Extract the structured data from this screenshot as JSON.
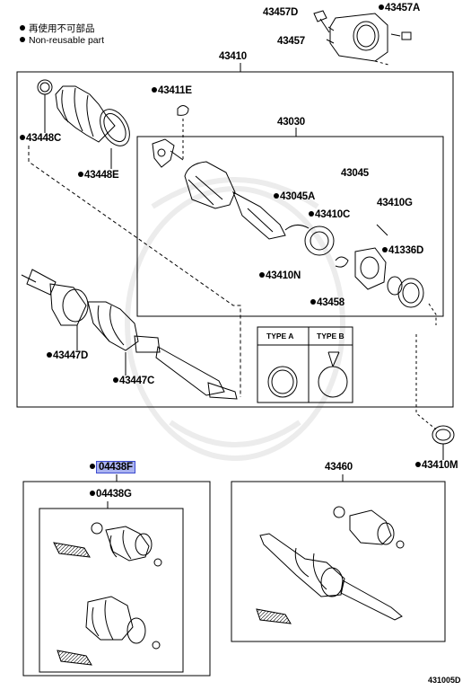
{
  "legend": {
    "cn_text": "再使用不可部品",
    "en_text": "Non-reusable part"
  },
  "assembly_code": "43410",
  "labels": {
    "p43457D": "43457D",
    "p43457A": "43457A",
    "p43457": "43457",
    "p43411E": "43411E",
    "p43448C": "43448C",
    "p43448E": "43448E",
    "p43030": "43030",
    "p43045": "43045",
    "p43045A": "43045A",
    "p43410C": "43410C",
    "p43410G": "43410G",
    "p41336D": "41336D",
    "p43410N": "43410N",
    "p43458": "43458",
    "p43447D": "43447D",
    "p43447C": "43447C",
    "p43410M": "43410M",
    "p04438F": "04438F",
    "p04438G": "04438G",
    "p43460": "43460"
  },
  "type_box": {
    "type_a": "TYPE A",
    "type_b": "TYPE B"
  },
  "image_code": "431005D",
  "highlighted_part": "04438F",
  "colors": {
    "highlight_fill": "#aab3f0",
    "highlight_border": "#3c4bd0",
    "line": "#000000"
  }
}
